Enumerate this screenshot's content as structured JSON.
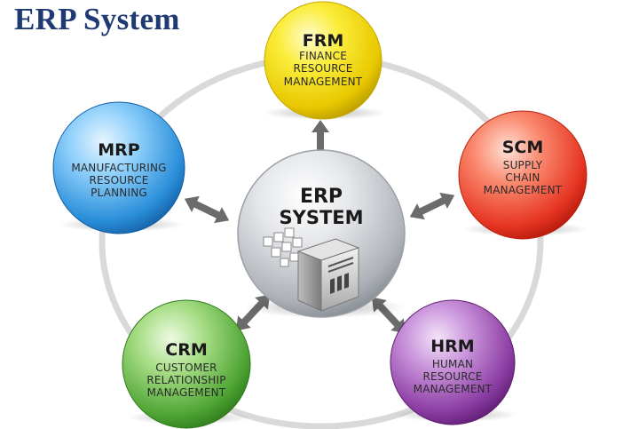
{
  "title": "ERP System",
  "center": {
    "lines": [
      "ERP",
      "SYSTEM"
    ]
  },
  "modules": [
    {
      "abbr": "FRM",
      "lines": [
        "FINANCE",
        "RESOURCE",
        "MANAGEMENT"
      ],
      "color": "#f3df10"
    },
    {
      "abbr": "SCM",
      "lines": [
        "SUPPLY",
        "CHAIN",
        "MANAGEMENT"
      ],
      "color": "#ea3b2c"
    },
    {
      "abbr": "HRM",
      "lines": [
        "HUMAN",
        "RESOURCE",
        "MANAGEMENT"
      ],
      "color": "#7b2f8f"
    },
    {
      "abbr": "CRM",
      "lines": [
        "CUSTOMER",
        "RELATIONSHIP",
        "MANAGEMENT"
      ],
      "color": "#52a83a"
    },
    {
      "abbr": "MRP",
      "lines": [
        "MANUFACTURING",
        "RESOURCE",
        "PLANNING"
      ],
      "color": "#2a8fd8"
    }
  ],
  "colors": {
    "title": "#1f3a73",
    "ring": "#d9d9d9",
    "arrow": "#6b6b6b",
    "center": "#b9bcc2"
  }
}
